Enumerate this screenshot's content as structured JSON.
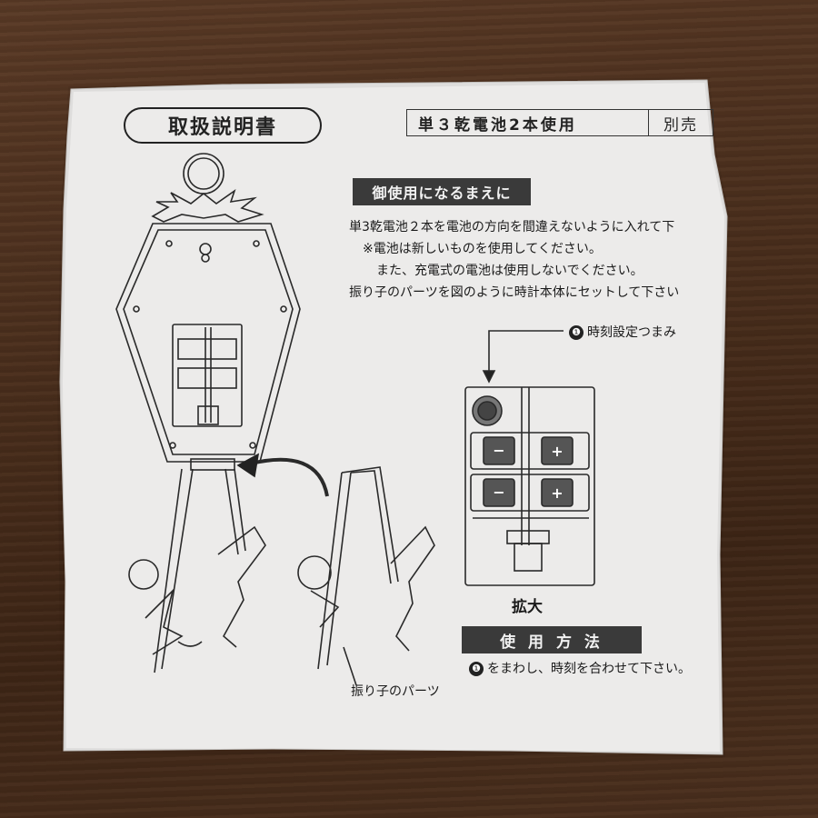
{
  "document": {
    "title": "取扱説明書",
    "battery_note": "単３乾電池2本使用",
    "sold_separately": "別売",
    "before_use_heading": "御使用になるまえに",
    "instructions": [
      "単3乾電池２本を電池の方向を間違えないように入れて下",
      "※電池は新しいものを使用してください。",
      "また、充電式の電池は使用しないでください。",
      "振り子のパーツを図のように時計本体にセットして下さい"
    ],
    "callout_marker": "❶",
    "callout_label": "時刻設定つまみ",
    "enlarge_label": "拡大",
    "howto_heading": "使 用 方 法",
    "howto_marker": "❶",
    "howto_text": "をまわし、時刻を合わせて下さい。",
    "pendulum_label": "振り子のパーツ"
  },
  "colors": {
    "paper": "#ecebea",
    "ink": "#1a1a1a",
    "label_bar": "#3a3a3a",
    "table_wood": "#4a2e1c"
  }
}
